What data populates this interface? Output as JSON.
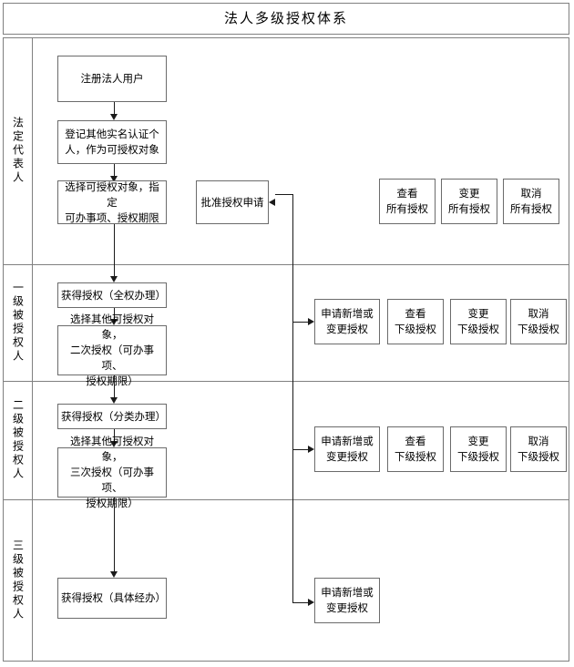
{
  "title": "法人多级授权体系",
  "lanes": [
    {
      "id": "legal-rep",
      "label": "法定代表人"
    },
    {
      "id": "level-1",
      "label": "一级被授权人"
    },
    {
      "id": "level-2",
      "label": "二级被授权人"
    },
    {
      "id": "level-3",
      "label": "三级被授权人"
    }
  ],
  "nodes": {
    "register_legal_user": {
      "lines": [
        "注册法人用户"
      ]
    },
    "record_verified_person": {
      "lines": [
        "登记其他实名认证个",
        "人，作为可授权对象"
      ]
    },
    "select_target_scope": {
      "lines": [
        "选择可授权对象，指定",
        "可办事项、授权期限"
      ]
    },
    "approve_request_1": {
      "lines": [
        "批准授权申请"
      ]
    },
    "view_all_auth": {
      "lines": [
        "查看",
        "所有授权"
      ]
    },
    "change_all_auth": {
      "lines": [
        "变更",
        "所有授权"
      ]
    },
    "cancel_all_auth": {
      "lines": [
        "取消",
        "所有授权"
      ]
    },
    "granted_full": {
      "lines": [
        "获得授权（全权办理）"
      ]
    },
    "second_delegate": {
      "lines": [
        "选择其他可授权对象，",
        "二次授权（可办事项、",
        "授权期限）"
      ]
    },
    "apply_change_auth_1": {
      "lines": [
        "申请新增或",
        "变更授权"
      ]
    },
    "view_sub_auth_1": {
      "lines": [
        "查看",
        "下级授权"
      ]
    },
    "change_sub_auth_1": {
      "lines": [
        "变更",
        "下级授权"
      ]
    },
    "cancel_sub_auth_1": {
      "lines": [
        "取消",
        "下级授权"
      ]
    },
    "granted_category": {
      "lines": [
        "获得授权（分类办理）"
      ]
    },
    "third_delegate": {
      "lines": [
        "选择其他可授权对象，",
        "三次授权（可办事项、",
        "授权期限）"
      ]
    },
    "apply_change_auth_2": {
      "lines": [
        "申请新增或",
        "变更授权"
      ]
    },
    "view_sub_auth_2": {
      "lines": [
        "查看",
        "下级授权"
      ]
    },
    "change_sub_auth_2": {
      "lines": [
        "变更",
        "下级授权"
      ]
    },
    "cancel_sub_auth_2": {
      "lines": [
        "取消",
        "下级授权"
      ]
    },
    "granted_specific": {
      "lines": [
        "获得授权（具体经办）"
      ]
    },
    "apply_change_auth_3": {
      "lines": [
        "申请新增或",
        "变更授权"
      ]
    }
  },
  "colors": {
    "frame_border": "#808080",
    "box_border": "#6b6b6b",
    "connector": "#1a1a1a",
    "background": "#ffffff",
    "text": "#000000"
  }
}
